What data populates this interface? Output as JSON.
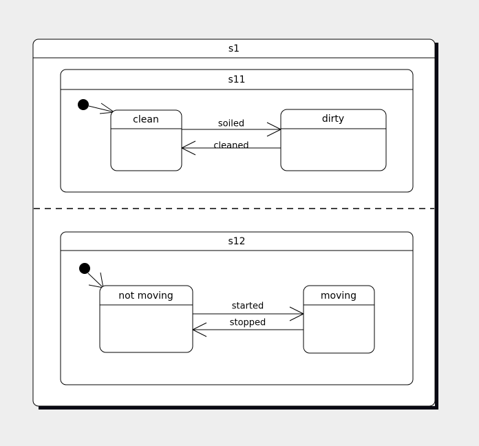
{
  "diagram": {
    "type": "uml-state-machine",
    "background_color": "#eeeeee",
    "surface_color": "#ffffff",
    "line_color": "#000000",
    "shadow_color": "#0a0a14",
    "root": {
      "name": "s1",
      "kind": "composite-state",
      "regions": [
        {
          "name": "s11",
          "kind": "composite-state",
          "initial_target": "clean",
          "states": [
            {
              "name": "clean"
            },
            {
              "name": "dirty"
            }
          ],
          "transitions": [
            {
              "label": "soiled",
              "from": "clean",
              "to": "dirty",
              "direction": "right"
            },
            {
              "label": "cleaned",
              "from": "dirty",
              "to": "clean",
              "direction": "left"
            }
          ]
        },
        {
          "name": "s12",
          "kind": "composite-state",
          "initial_target": "not moving",
          "states": [
            {
              "name": "not moving"
            },
            {
              "name": "moving"
            }
          ],
          "transitions": [
            {
              "label": "started",
              "from": "not moving",
              "to": "moving",
              "direction": "right"
            },
            {
              "label": "stopped",
              "from": "moving",
              "to": "not moving",
              "direction": "left"
            }
          ]
        }
      ]
    }
  }
}
